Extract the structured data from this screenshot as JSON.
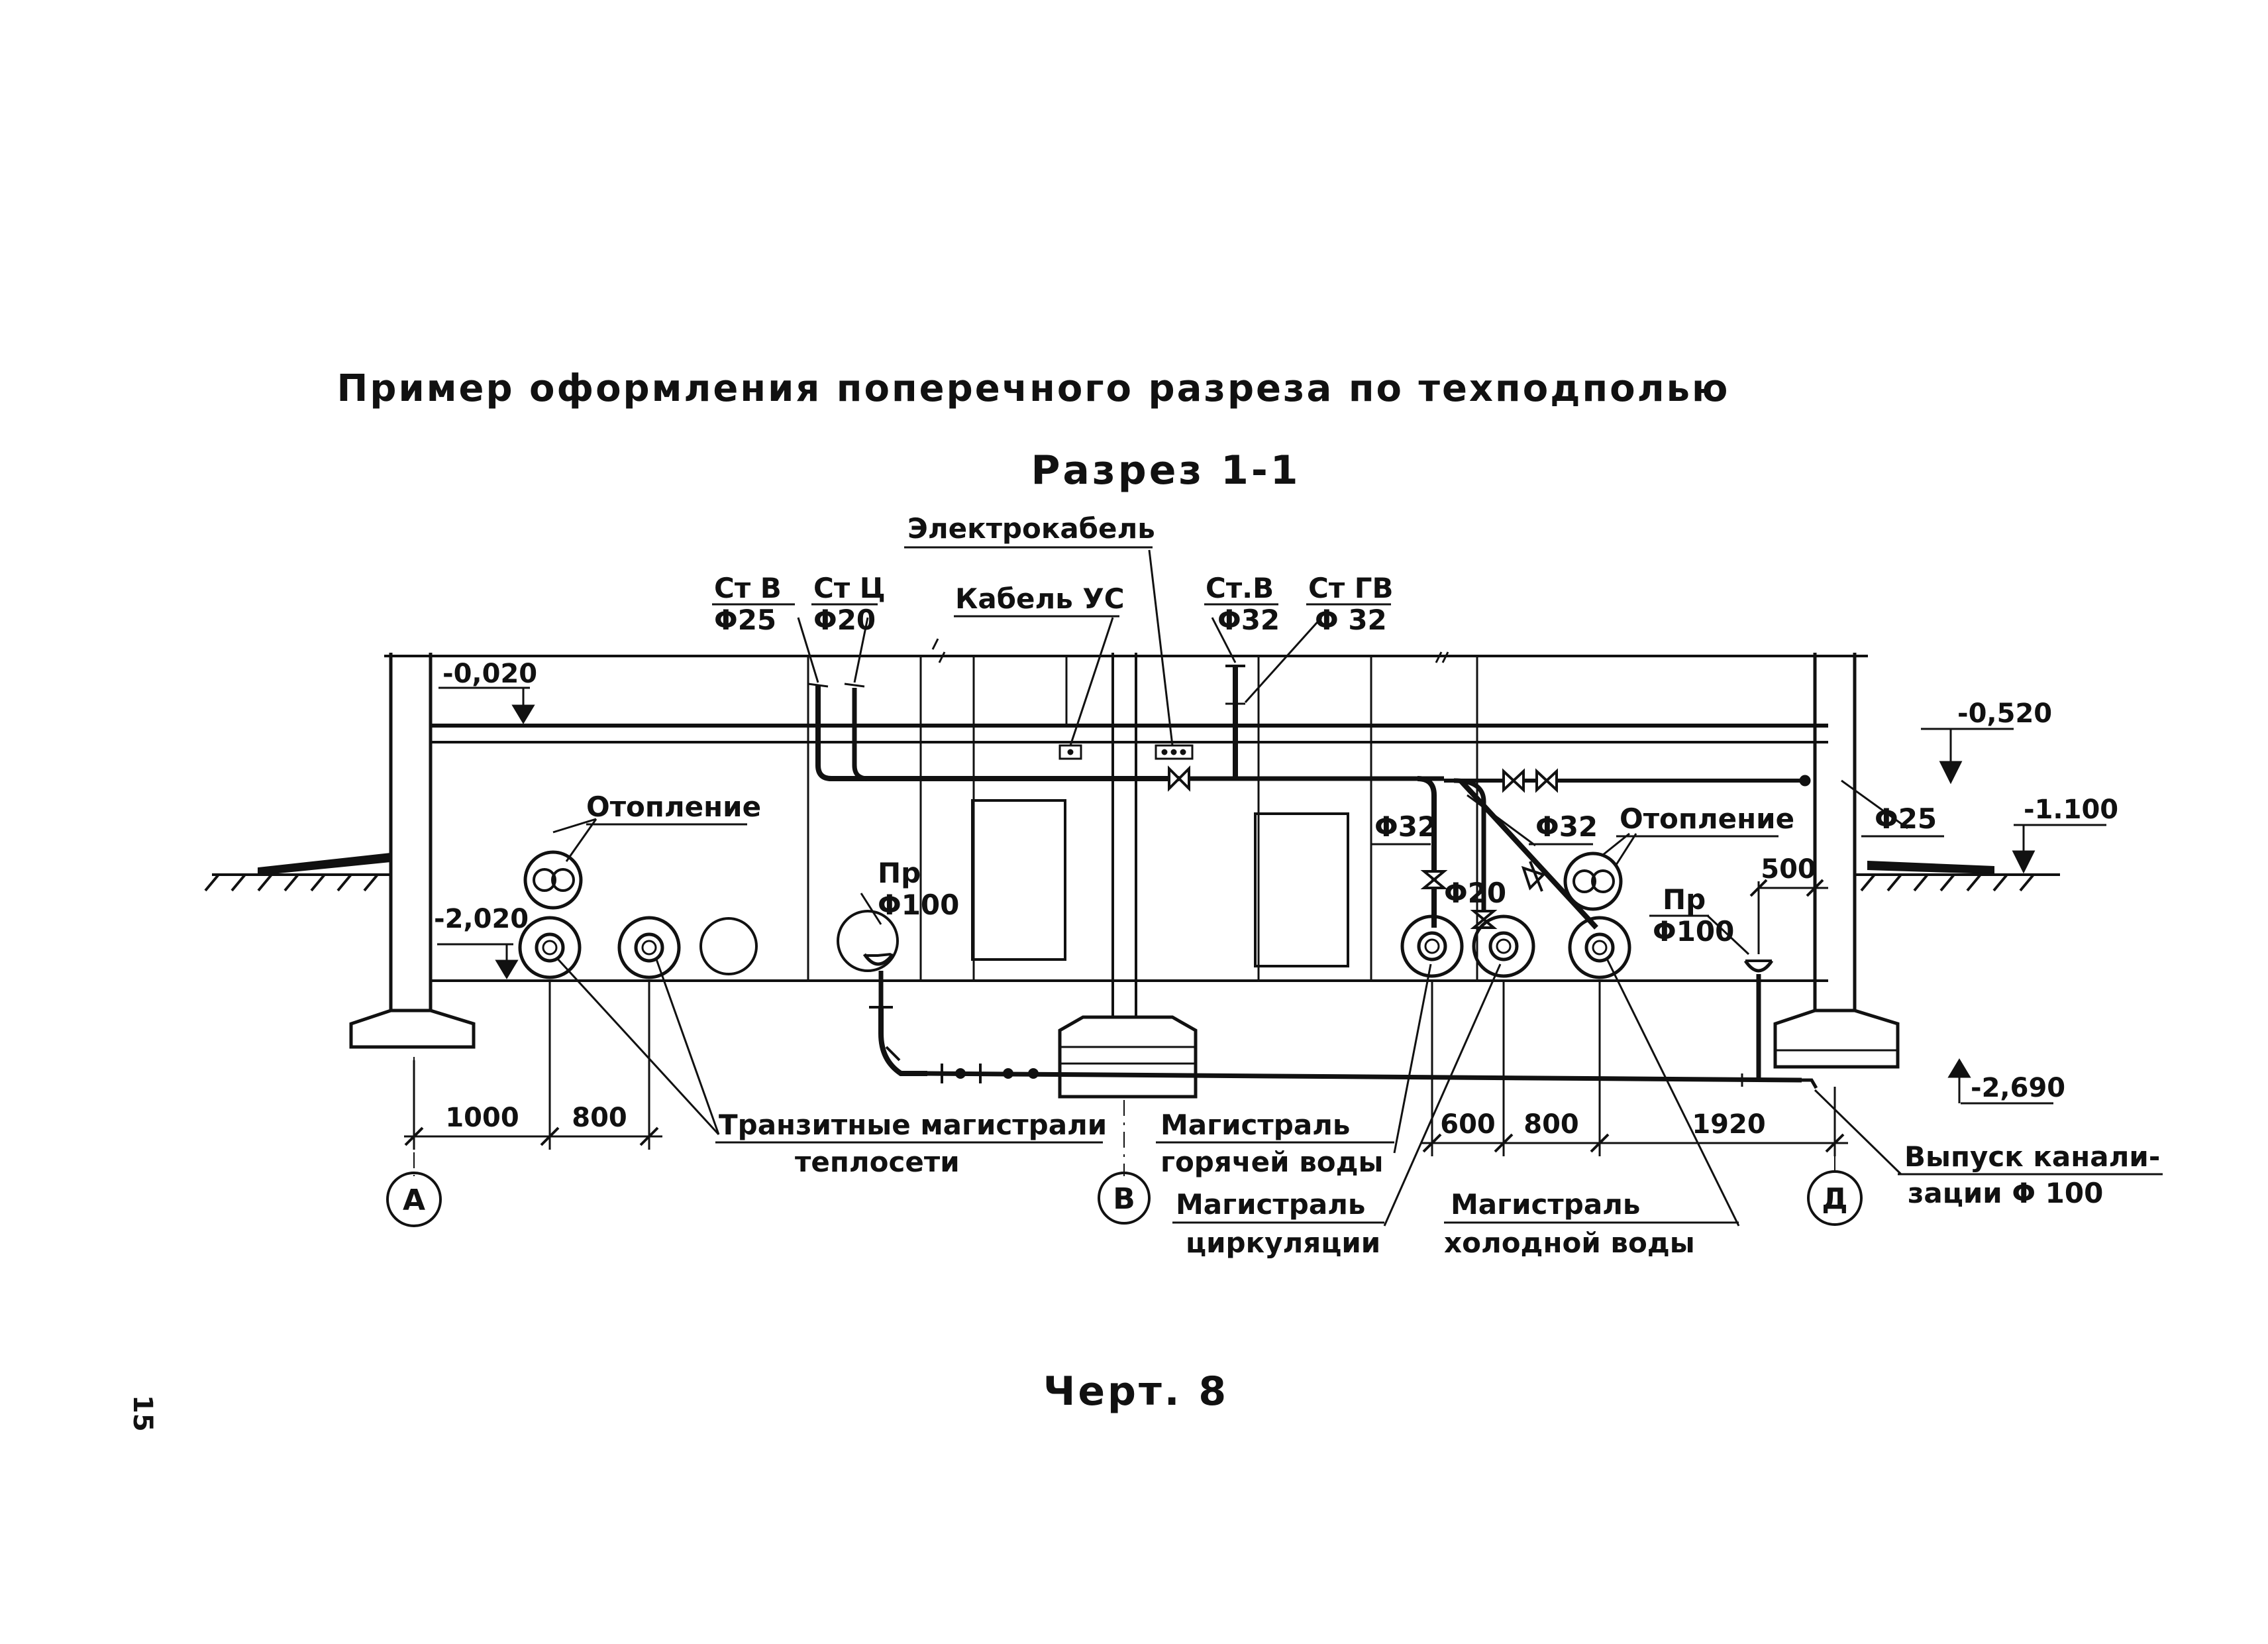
{
  "title": "Пример оформления поперечного разреза по техподполью",
  "section_title": "Разрез 1-1",
  "figure_caption": "Черт. 8",
  "page_number": "15",
  "labels": {
    "electrocable": "Электрокабель",
    "cable_us": "Кабель УС",
    "stv_name": "Ст В",
    "stv_dia": "Φ25",
    "stc_name": "Ст Ц",
    "stc_dia": "Φ20",
    "stv2_name": "Ст.В",
    "stv2_dia": "Φ32",
    "stgv_name": "Ст ГВ",
    "stgv_dia": "Φ 32",
    "heating_left": "Отопление",
    "heating_right": "Отопление",
    "pr_left_name": "Пр",
    "pr_left_dia": "Φ100",
    "pr_right_name": "Пр",
    "pr_right_dia": "Φ100",
    "d32_left": "Φ32",
    "d32_right": "Φ32",
    "d20": "Φ20",
    "d25": "Φ25",
    "transit_line1": "Транзитные магистрали",
    "transit_line2": "теплосети",
    "hot_water_line1": "Магистраль",
    "hot_water_line2": "горячей воды",
    "circulation_line1": "Магистраль",
    "circulation_line2": "циркуляции",
    "cold_water_line1": "Магистраль",
    "cold_water_line2": "холодной воды",
    "sewer_line1": "Выпуск канали-",
    "sewer_line2": "зации Φ 100"
  },
  "levels": {
    "l1": "-0,020",
    "l2": "-2,020",
    "l3": "-0,520",
    "l4": "-1.100",
    "l5": "-2,690"
  },
  "dimensions": {
    "d1000": "1000",
    "d800a": "800",
    "d600": "600",
    "d800b": "800",
    "d1920": "1920",
    "d500": "500"
  },
  "axes": {
    "a": "А",
    "b": "В",
    "d": "Д"
  }
}
